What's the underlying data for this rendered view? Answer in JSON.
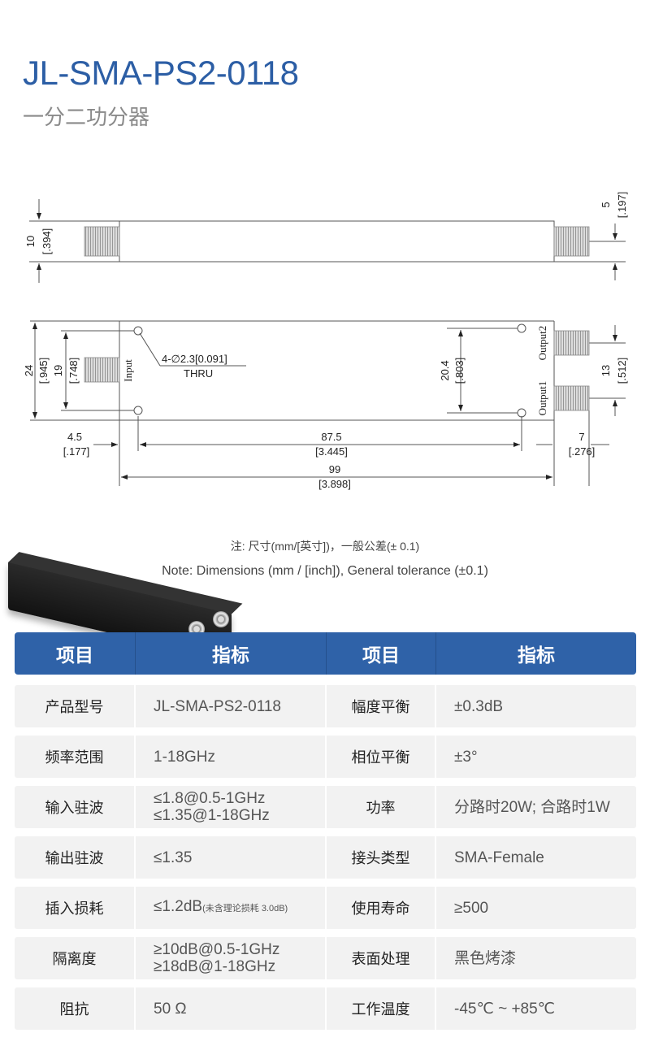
{
  "title": "JL-SMA-PS2-0118",
  "subtitle": "一分二功分器",
  "drawing": {
    "dim_height_top": "10",
    "dim_height_top_in": "[.394]",
    "dim_connector_offset": "5",
    "dim_connector_offset_in": "[.197]",
    "dim_width": "24",
    "dim_width_in": "[.945]",
    "dim_hole_spacing": "19",
    "dim_hole_spacing_in": "[.748]",
    "hole_note": "4-∅2.3[0.091]",
    "hole_note2": "THRU",
    "label_input": "Input",
    "label_output1": "Output1",
    "label_output2": "Output2",
    "dim_hole_spacing_r": "20.4",
    "dim_hole_spacing_r_in": "[.803]",
    "dim_output_spacing": "13",
    "dim_output_spacing_in": "[.512]",
    "dim_left_hole": "4.5",
    "dim_left_hole_in": "[.177]",
    "dim_hole_span": "87.5",
    "dim_hole_span_in": "[3.445]",
    "dim_connector_len": "7",
    "dim_connector_len_in": "[.276]",
    "dim_length": "99",
    "dim_length_in": "[3.898]"
  },
  "note_cn": "注: 尺寸(mm/[英寸])，一般公差(± 0.1)",
  "note_en": "Note: Dimensions (mm / [inch]), General tolerance (±0.1)",
  "table": {
    "headers": [
      "项目",
      "指标",
      "项目",
      "指标"
    ],
    "rows": [
      {
        "k1": "产品型号",
        "v1": [
          "JL-SMA-PS2-0118"
        ],
        "k2": "幅度平衡",
        "v2": [
          "±0.3dB"
        ]
      },
      {
        "k1": "频率范围",
        "v1": [
          "1-18GHz"
        ],
        "k2": "相位平衡",
        "v2": [
          "±3°"
        ]
      },
      {
        "k1": "输入驻波",
        "v1": [
          "≤1.8@0.5-1GHz",
          "≤1.35@1-18GHz"
        ],
        "k2": "功率",
        "v2": [
          "分路时20W; 合路时1W"
        ]
      },
      {
        "k1": "输出驻波",
        "v1": [
          "≤1.35"
        ],
        "k2": "接头类型",
        "v2": [
          "SMA-Female"
        ]
      },
      {
        "k1": "插入损耗",
        "v1": [
          "≤1.2dB"
        ],
        "v1_note": "(未含理论损耗 3.0dB)",
        "k2": "使用寿命",
        "v2": [
          "≥500"
        ]
      },
      {
        "k1": "隔离度",
        "v1": [
          "≥10dB@0.5-1GHz",
          "≥18dB@1-18GHz"
        ],
        "k2": "表面处理",
        "v2": [
          "黑色烤漆"
        ]
      },
      {
        "k1": "阻抗",
        "v1": [
          "50 Ω"
        ],
        "k2": "工作温度",
        "v2": [
          "-45℃ ~ +85℃"
        ]
      }
    ]
  }
}
